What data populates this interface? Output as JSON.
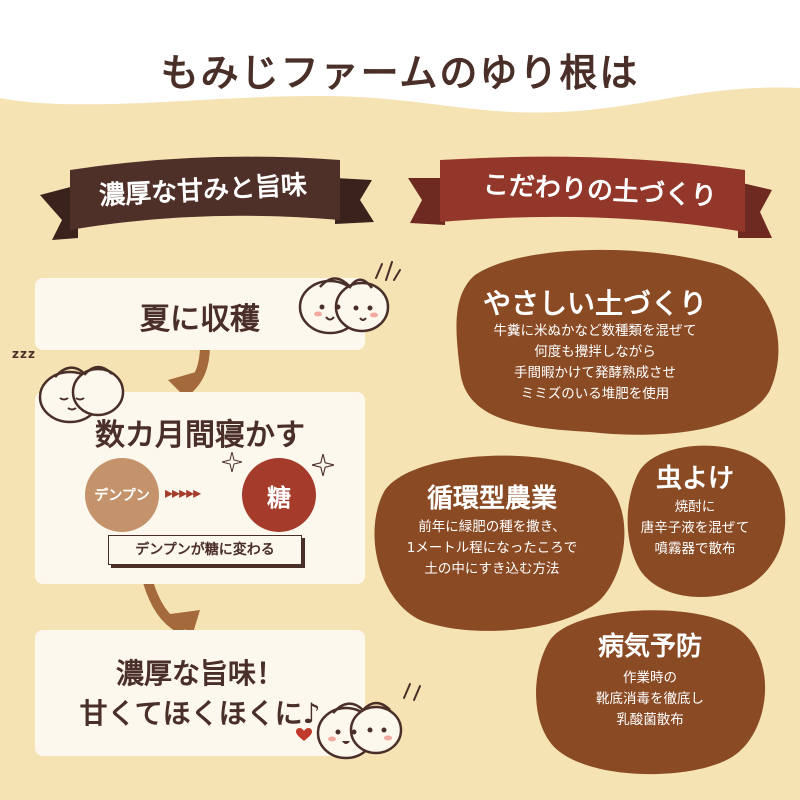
{
  "title": "もみじファームのゆり根は",
  "left": {
    "ribbon": "濃厚な甘みと旨味",
    "step1": "夏に収穫",
    "step2": "数カ月間寝かす",
    "denpun": "デンプン",
    "toh": "糖",
    "arrows": "▸▸▸▸▸",
    "change_label": "デンプンが糖に変わる",
    "result_line1": "濃厚な旨味！",
    "result_line2": "甘くてほくほくに♪",
    "sleep_text": "zzz"
  },
  "right": {
    "ribbon": "こだわりの土づくり",
    "blob1": {
      "title": "やさしい土づくり",
      "lines": [
        "牛糞に米ぬかなど数種類を混ぜて",
        "何度も攪拌しながら",
        "手間暇かけて発酵熟成させ",
        "ミミズのいる堆肥を使用"
      ]
    },
    "blob2": {
      "title": "循環型農業",
      "lines": [
        "前年に緑肥の種を撒き、",
        "1メートル程になったころで",
        "土の中にすき込む方法"
      ]
    },
    "blob3": {
      "title": "虫よけ",
      "lines": [
        "焼酎に",
        "唐辛子液を混ぜて",
        "噴霧器で散布"
      ]
    },
    "blob4": {
      "title": "病気予防",
      "lines": [
        "作業時の",
        "靴底消毒を徹底し",
        "乳酸菌散布"
      ]
    }
  },
  "colors": {
    "background": "#f5e3b4",
    "top_band": "#ffffff",
    "dark_brown": "#4a2e28",
    "ribbon_left": "#4f3029",
    "ribbon_right": "#93372a",
    "blob_brown": "#8a4a24",
    "card": "#fdf8ee",
    "denpun": "#c5936b",
    "toh": "#a43b2b",
    "arrow": "#a46a3c"
  },
  "icons": [
    "lily-bulb-character-icon",
    "sleeping-lily-bulb-icon",
    "sparkle-icon",
    "heart-icon"
  ]
}
